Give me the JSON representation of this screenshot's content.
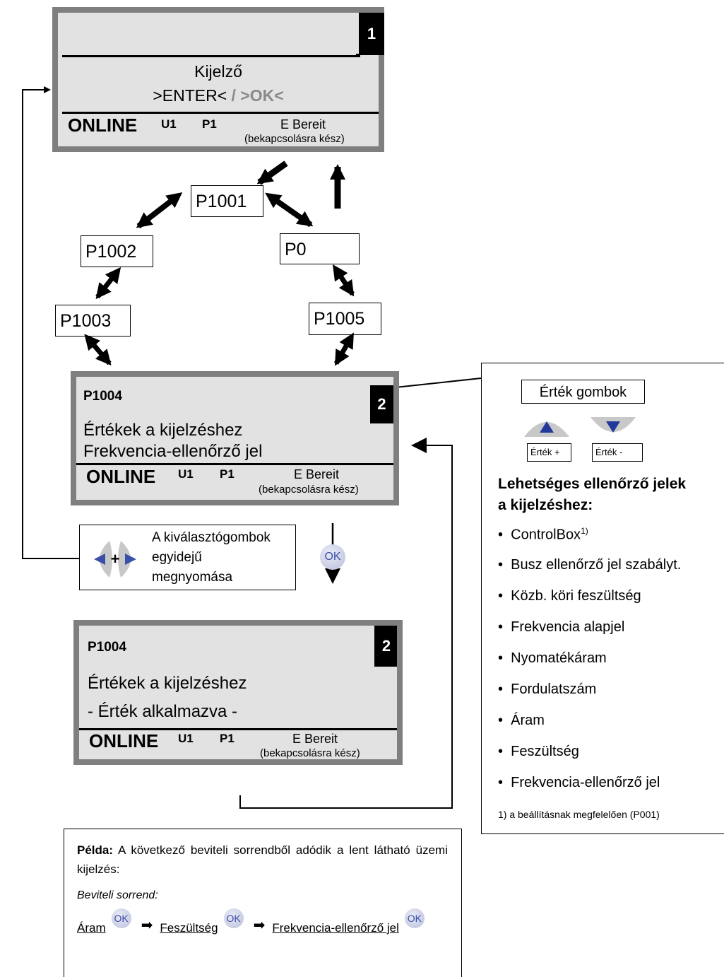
{
  "screen1": {
    "badge": "1",
    "line1": "Kijelző",
    "enter": ">ENTER<",
    "ok_sep": " / >OK<",
    "status": {
      "online": "ONLINE",
      "u": "U1",
      "p": "P1",
      "state": "E Bereit",
      "state_sub": "(bekapcsolásra kész)"
    }
  },
  "params": {
    "p1001": "P1001",
    "p1002": "P1002",
    "p0": "P0",
    "p1003": "P1003",
    "p1005": "P1005"
  },
  "screen2": {
    "badge": "2",
    "title": "P1004",
    "line1": "Értékek a kijelzéshez",
    "line2": "Frekvencia-ellenőrző jel",
    "status": {
      "online": "ONLINE",
      "u": "U1",
      "p": "P1",
      "state": "E Bereit",
      "state_sub": "(bekapcsolásra kész)"
    }
  },
  "screen3": {
    "badge": "2",
    "title": "P1004",
    "line1": "Értékek a kijelzéshez",
    "line2": "- Érték alkalmazva -",
    "status": {
      "online": "ONLINE",
      "u": "U1",
      "p": "P1",
      "state": "E Bereit",
      "state_sub": "(bekapcsolásra kész)"
    }
  },
  "select_box": {
    "line1": "A kiválasztógombok",
    "line2": "egyidejű",
    "line3": "megnyomása"
  },
  "ok_label": "OK",
  "value_panel": {
    "header": "Érték gombok",
    "plus_label": "Érték +",
    "minus_label": "Érték -",
    "heading1": "Lehetséges ellenőrző jelek",
    "heading2": "a kijelzéshez:",
    "items": [
      "ControlBox",
      "Busz ellenőrző jel szabályt.",
      "Közb. köri feszültség",
      "Frekvencia alapjel",
      "Nyomatékáram",
      "Fordulatszám",
      "Áram",
      "Feszültség",
      "Frekvencia-ellenőrző jel"
    ],
    "footnote_mark": "1)",
    "footnote": "1) a beállításnak megfelelően (P001)"
  },
  "example": {
    "label": "Példa:",
    "text": " A következő beviteli sorrendből adódik a lent látható üzemi kijelzés:",
    "seq_label": "Beviteli sorrend:",
    "step1": "Áram",
    "step2": "Feszültség",
    "step3": "Frekvencia-ellenőrző jel"
  },
  "colors": {
    "lcd_bg": "#e2e2e2",
    "lcd_border": "#7f7f7f",
    "ok_blue": "#3a4fa8",
    "button_grey": "#c8c8c8"
  }
}
